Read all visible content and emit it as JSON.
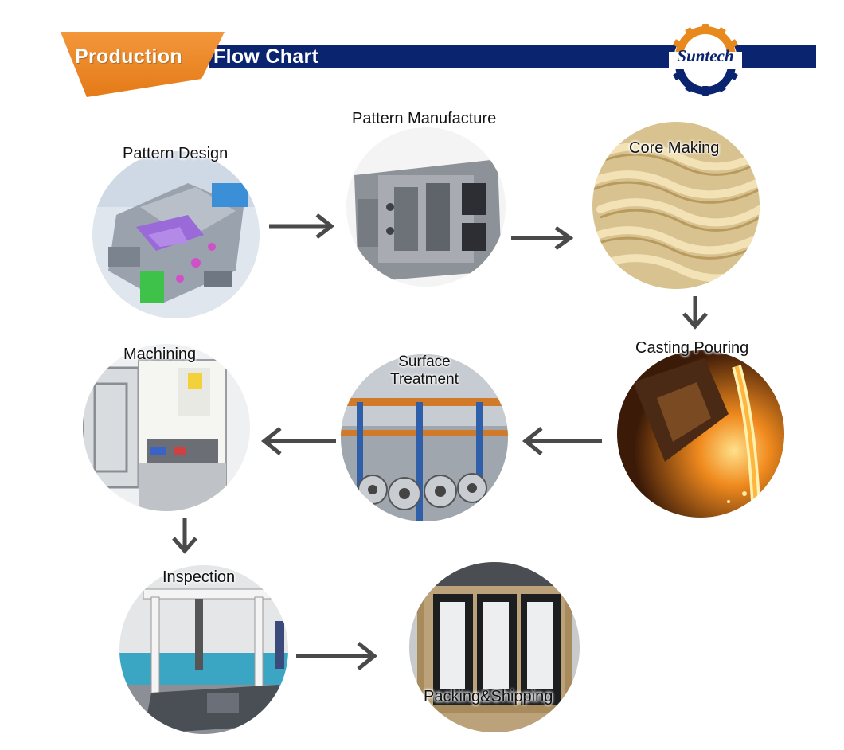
{
  "header": {
    "title_part1": "Production",
    "title_part2": "Flow Chart",
    "brand": "Suntech",
    "colors": {
      "bar": "#0b2470",
      "orange": "#e98524",
      "arrow": "#4a4a4a"
    }
  },
  "steps": [
    {
      "label": "Pattern Design"
    },
    {
      "label": "Pattern Manufacture"
    },
    {
      "label": "Core Making"
    },
    {
      "label": "Casting Pouring"
    },
    {
      "label": "Surface Treatment",
      "line1": "Surface",
      "line2": "Treatment"
    },
    {
      "label": "Machining"
    },
    {
      "label": "Inspection"
    },
    {
      "label": "Packing&Shipping"
    }
  ]
}
